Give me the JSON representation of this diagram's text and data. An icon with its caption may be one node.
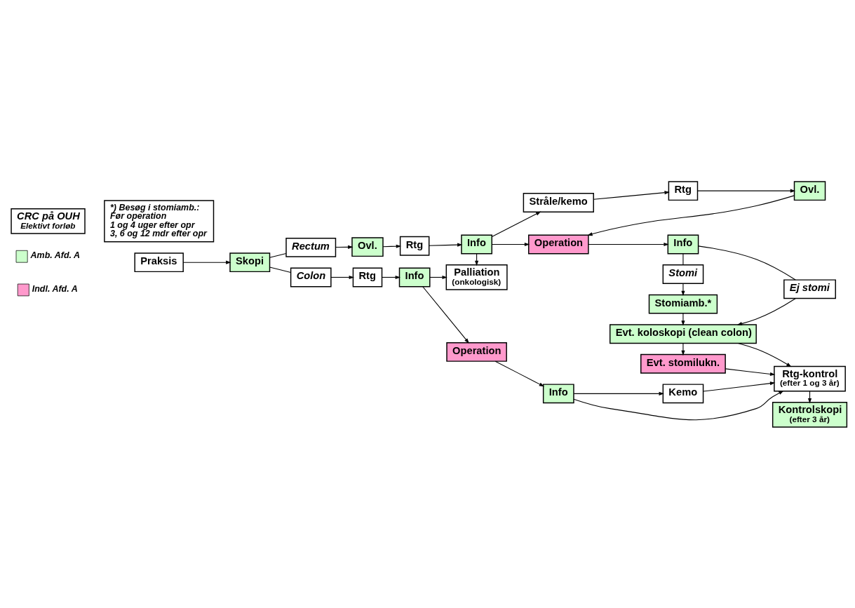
{
  "diagram": {
    "nodes": [
      {
        "text": [
          "Praksis"
        ]
      },
      {
        "text": [
          "Skopi"
        ]
      },
      {
        "text": [
          "Rectum"
        ]
      },
      {
        "text": [
          "Colon"
        ]
      },
      {
        "text": [
          "Ovl."
        ]
      },
      {
        "text": [
          "Rtg"
        ]
      },
      {
        "text": [
          "Info"
        ]
      },
      {
        "text": [
          "Stråle/kemo"
        ]
      },
      {
        "text": [
          "Rtg"
        ]
      },
      {
        "text": [
          "Ovl."
        ]
      },
      {
        "text": [
          "Operation"
        ]
      },
      {
        "text": [
          "Info"
        ]
      },
      {
        "text": [
          "Stomi"
        ]
      },
      {
        "text": [
          "Ej stomi"
        ]
      },
      {
        "text": [
          "Stomiamb.*"
        ]
      },
      {
        "text": [
          "Evt. koloskopi (clean colon)"
        ]
      },
      {
        "text": [
          "Evt. stomilukn."
        ]
      },
      {
        "text": [
          "Palliation",
          "(onkologisk)"
        ]
      },
      {
        "text": [
          "Rtg"
        ]
      },
      {
        "text": [
          "Info"
        ]
      },
      {
        "text": [
          "Operation"
        ]
      },
      {
        "text": [
          "Info"
        ]
      },
      {
        "text": [
          "Kemo"
        ]
      },
      {
        "text": [
          "Rtg-kontrol",
          "(efter 1 og 3 år)"
        ]
      },
      {
        "text": [
          "Kontrolskopi",
          "(efter 3 år)"
        ]
      },
      {
        "text": [
          "CRC på OUH",
          "Elektivt forløb"
        ]
      },
      {
        "text": [
          "*) Besøg i stomiamb.:",
          "Før operation",
          "1 og 4 uger efter opr",
          "3, 6 og 12 mdr efter opr"
        ]
      }
    ],
    "edges": [
      {
        "from": 0,
        "to": 1,
        "arrow": "to"
      },
      {
        "from": 1,
        "to": 2,
        "arrow": "none"
      },
      {
        "from": 2,
        "to": 4,
        "arrow": "to"
      },
      {
        "from": 1,
        "to": 3,
        "arrow": "none"
      },
      {
        "from": 3,
        "to": 18,
        "arrow": "to"
      },
      {
        "from": 4,
        "to": 5,
        "arrow": "to"
      },
      {
        "from": 5,
        "to": 6,
        "arrow": "to"
      },
      {
        "from": 6,
        "to": 7,
        "arrow": "to"
      },
      {
        "from": 7,
        "to": 8,
        "arrow": "to"
      },
      {
        "from": 8,
        "to": 9,
        "arrow": "to"
      },
      {
        "from": 9,
        "to": 10,
        "arrow": "to"
      },
      {
        "from": 6,
        "to": 10,
        "arrow": "to"
      },
      {
        "from": 6,
        "to": 17,
        "arrow": "to"
      },
      {
        "from": 10,
        "to": 11,
        "arrow": "to"
      },
      {
        "from": 11,
        "to": 12,
        "arrow": "none"
      },
      {
        "from": 12,
        "to": 14,
        "arrow": "to"
      },
      {
        "from": 11,
        "to": 13,
        "arrow": "none"
      },
      {
        "from": 13,
        "to": 15,
        "arrow": "to"
      },
      {
        "from": 14,
        "to": 15,
        "arrow": "to"
      },
      {
        "from": 15,
        "to": 16,
        "arrow": "to"
      },
      {
        "from": 15,
        "to": 23,
        "arrow": "to"
      },
      {
        "from": 16,
        "to": 23,
        "arrow": "to"
      },
      {
        "from": 18,
        "to": 19,
        "arrow": "to"
      },
      {
        "from": 19,
        "to": 17,
        "arrow": "to"
      },
      {
        "from": 19,
        "to": 20,
        "arrow": "to"
      },
      {
        "from": 20,
        "to": 21,
        "arrow": "to"
      },
      {
        "from": 21,
        "to": 23,
        "arrow": "to"
      },
      {
        "from": 21,
        "to": 22,
        "arrow": "to"
      },
      {
        "from": 22,
        "to": 23,
        "arrow": "to"
      },
      {
        "from": 23,
        "to": 24,
        "arrow": "to"
      }
    ],
    "legend": [
      {
        "text": "Amb. Afd. A",
        "color": "#ccffcc"
      },
      {
        "text": "Indl. Afd. A",
        "color": "#ff99cc"
      }
    ]
  }
}
